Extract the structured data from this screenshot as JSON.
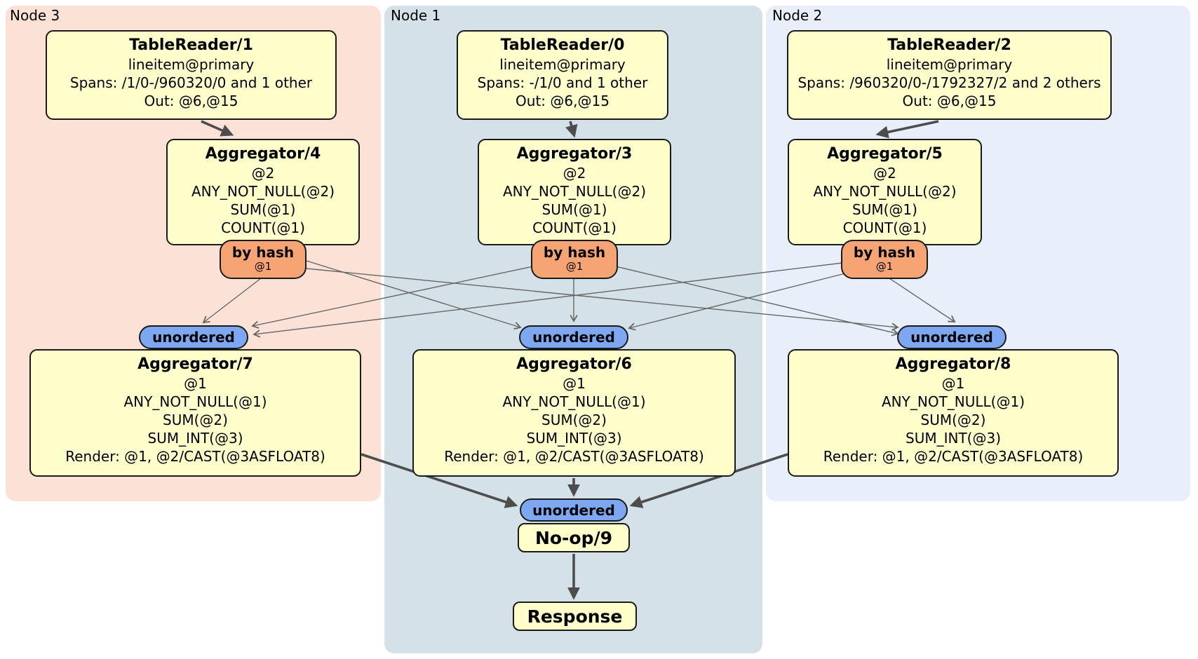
{
  "diagram": {
    "panels": [
      {
        "id": "node3",
        "label": "Node 3"
      },
      {
        "id": "node1",
        "label": "Node 1"
      },
      {
        "id": "node2",
        "label": "Node 2"
      }
    ],
    "nodes": {
      "tablereader1": {
        "title": "TableReader/1",
        "lines": [
          "lineitem@primary",
          "Spans: /1/0-/960320/0 and 1 other",
          "Out: @6,@15"
        ]
      },
      "tablereader0": {
        "title": "TableReader/0",
        "lines": [
          "lineitem@primary",
          "Spans: -/1/0 and 1 other",
          "Out: @6,@15"
        ]
      },
      "tablereader2": {
        "title": "TableReader/2",
        "lines": [
          "lineitem@primary",
          "Spans: /960320/0-/1792327/2 and 2 others",
          "Out: @6,@15"
        ]
      },
      "aggregator4": {
        "title": "Aggregator/4",
        "lines": [
          "@2",
          "ANY_NOT_NULL(@2)",
          "SUM(@1)",
          "COUNT(@1)"
        ]
      },
      "aggregator3": {
        "title": "Aggregator/3",
        "lines": [
          "@2",
          "ANY_NOT_NULL(@2)",
          "SUM(@1)",
          "COUNT(@1)"
        ]
      },
      "aggregator5": {
        "title": "Aggregator/5",
        "lines": [
          "@2",
          "ANY_NOT_NULL(@2)",
          "SUM(@1)",
          "COUNT(@1)"
        ]
      },
      "aggregator7": {
        "title": "Aggregator/7",
        "lines": [
          "@1",
          "ANY_NOT_NULL(@1)",
          "SUM(@2)",
          "SUM_INT(@3)",
          "Render: @1, @2/CAST(@3ASFLOAT8)"
        ]
      },
      "aggregator6": {
        "title": "Aggregator/6",
        "lines": [
          "@1",
          "ANY_NOT_NULL(@1)",
          "SUM(@2)",
          "SUM_INT(@3)",
          "Render: @1, @2/CAST(@3ASFLOAT8)"
        ]
      },
      "aggregator8": {
        "title": "Aggregator/8",
        "lines": [
          "@1",
          "ANY_NOT_NULL(@1)",
          "SUM(@2)",
          "SUM_INT(@3)",
          "Render: @1, @2/CAST(@3ASFLOAT8)"
        ]
      },
      "noop": {
        "title": "No-op/9"
      },
      "response": {
        "title": "Response"
      }
    },
    "router": {
      "label": "by hash",
      "sub": "@1"
    },
    "sync": {
      "label": "unordered"
    },
    "colors": {
      "panel_node3": "#fce2d6",
      "panel_node1": "#d4e1e9",
      "panel_node2": "#e9effa",
      "process_box": "#ffffcc",
      "router_box": "#f6a473",
      "sync_oval": "#7da7f0",
      "thick_edge": "#4d4d4d",
      "thin_edge": "#666666"
    }
  }
}
